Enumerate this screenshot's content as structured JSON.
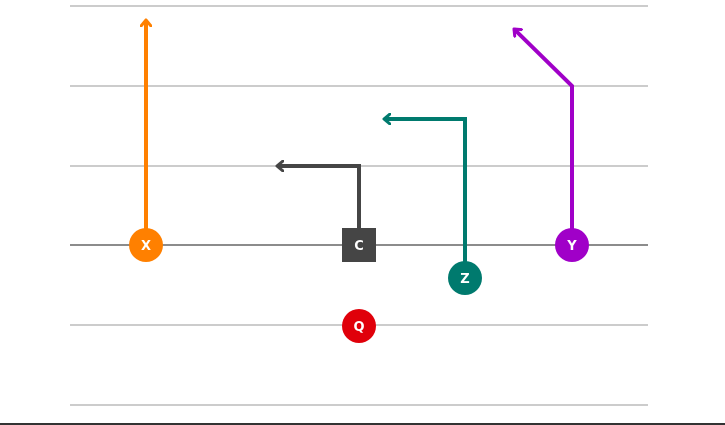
{
  "colors": {
    "yard_line": "#cccccc",
    "line_of_scrimmage": "#8c8c8c",
    "x_route": "#ff8000",
    "center_route": "#454545",
    "z_route": "#007a6e",
    "y_route": "#a000c8",
    "quarterback": "#e0000a"
  },
  "players": {
    "x": {
      "label": "X",
      "shape": "circle"
    },
    "c": {
      "label": "C",
      "shape": "square"
    },
    "z": {
      "label": "Z",
      "shape": "circle"
    },
    "y": {
      "label": "Y",
      "shape": "circle"
    },
    "q": {
      "label": "Q",
      "shape": "circle"
    }
  },
  "icons": {
    "route_end": "arrowhead-icon"
  }
}
